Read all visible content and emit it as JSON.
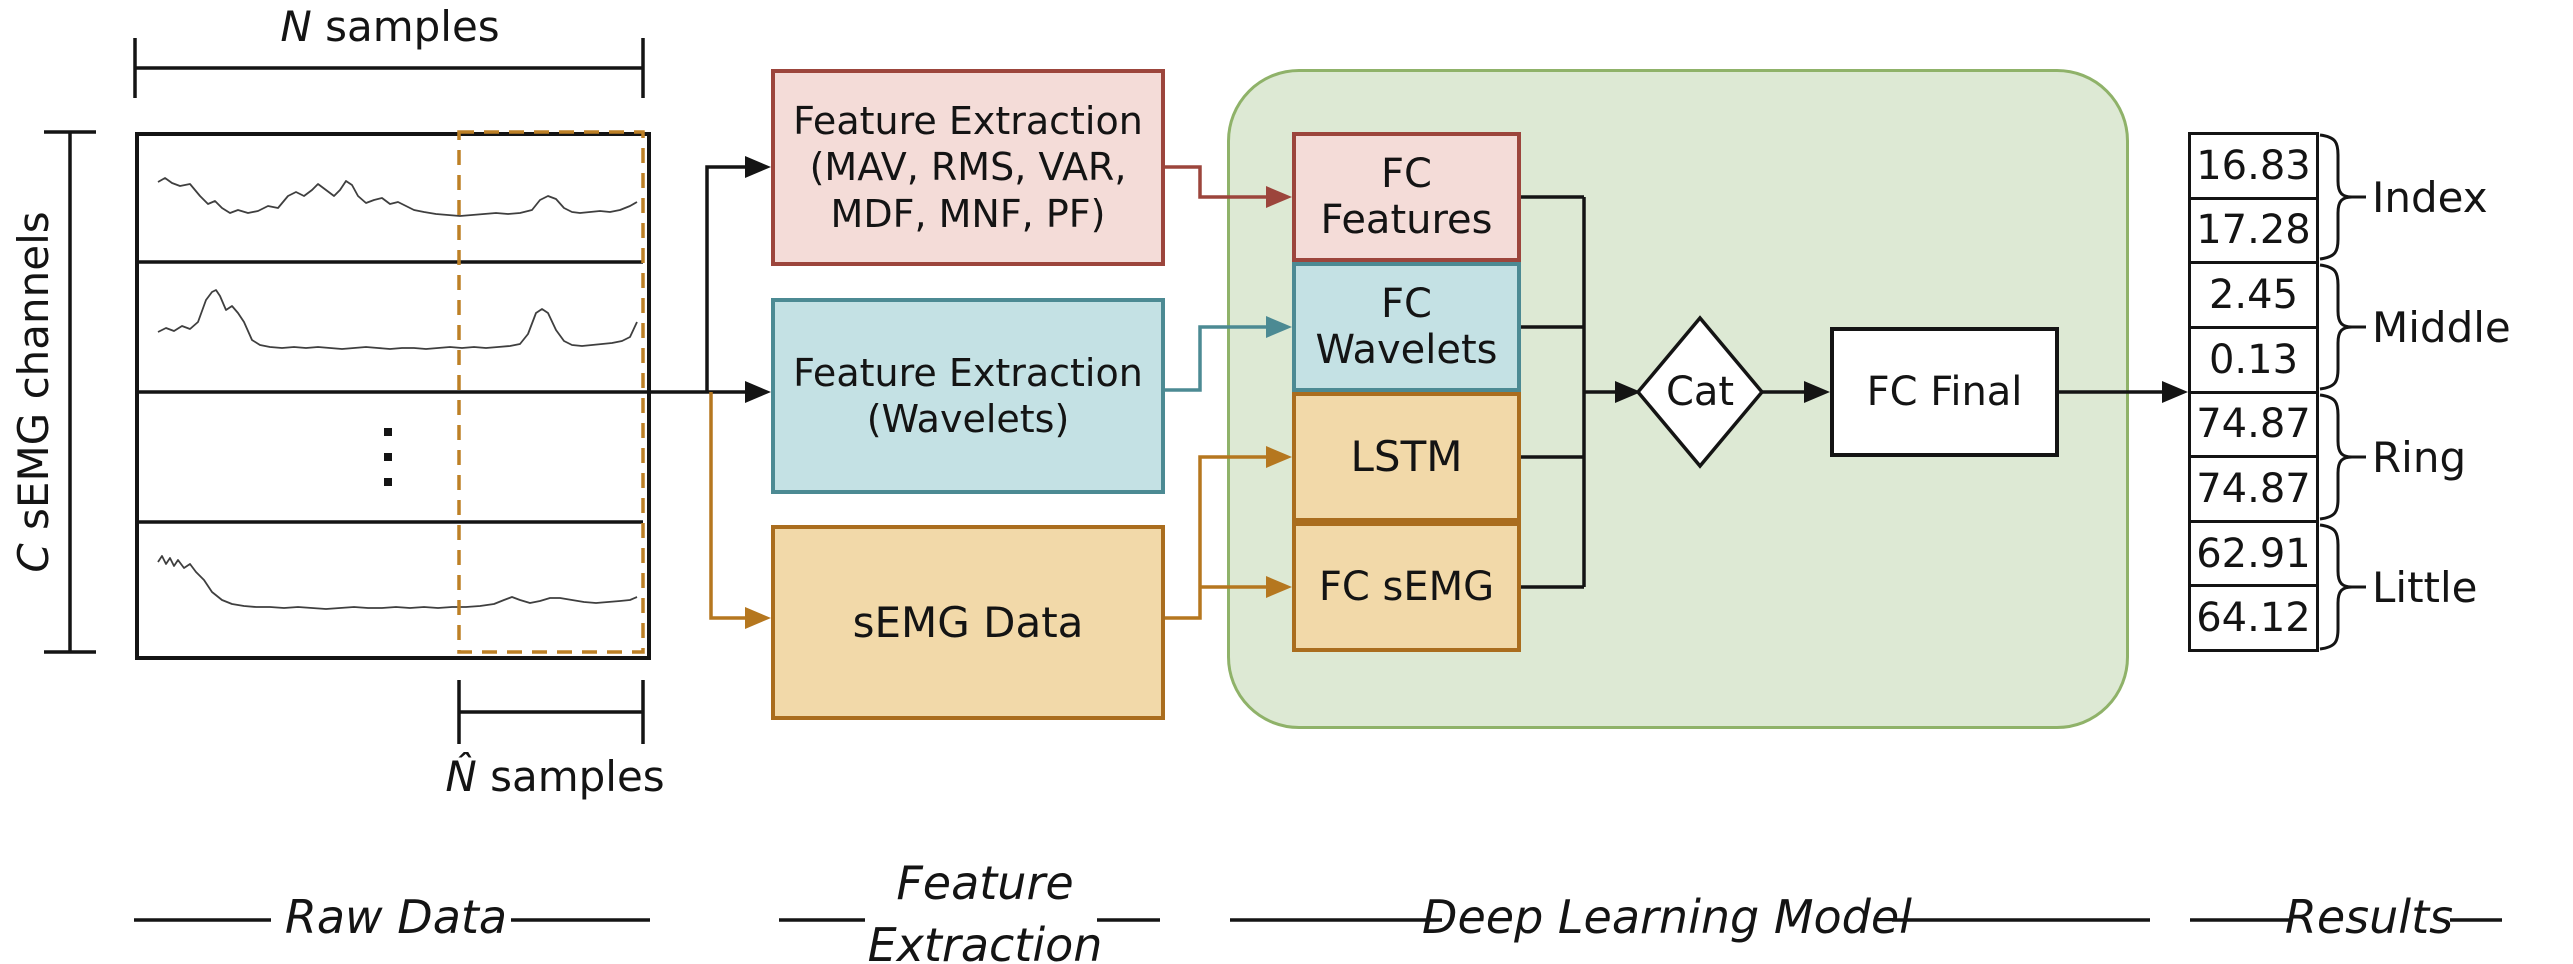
{
  "colors": {
    "pink_fill": "#f4dcd8",
    "pink_border": "#9c453c",
    "blue_fill": "#c4e1e4",
    "blue_border": "#4c8a93",
    "orange_fill": "#f2d9a9",
    "orange_border": "#aa6d1e",
    "orange_line": "#b5771f",
    "green_fill": "#dde9d4",
    "green_border": "#8fb269",
    "window_dash": "#bd8026",
    "line_black": "#141414",
    "trace_gray": "#3f3f3f"
  },
  "raw_data": {
    "top_bracket_math": "N",
    "top_bracket_rest": " samples",
    "channels_math": "C",
    "channels_rest": " sEMG channels",
    "window_math": "N̂",
    "window_rest": " samples",
    "section_label": "Raw Data"
  },
  "feature_extraction": {
    "features_box": {
      "line1": "Feature Extraction",
      "line2": "(MAV, RMS, VAR,",
      "line3": "MDF, MNF, PF)"
    },
    "wavelets_box": {
      "line1": "Feature Extraction",
      "line2": "(Wavelets)"
    },
    "semg_box": {
      "label": "sEMG Data"
    },
    "section_label_line1": "Feature",
    "section_label_line2": "Extraction"
  },
  "deep_learning_model": {
    "fc_features": {
      "line1": "FC",
      "line2": "Features"
    },
    "fc_wavelets": {
      "line1": "FC",
      "line2": "Wavelets"
    },
    "lstm_label": "LSTM",
    "fc_semg_label": "FC sEMG",
    "cat_label": "Cat",
    "fc_final_label": "FC Final",
    "section_label": "Deep Learning Model"
  },
  "results": {
    "rows": [
      {
        "value": "16.83"
      },
      {
        "value": "17.28"
      },
      {
        "value": "2.45"
      },
      {
        "value": "0.13"
      },
      {
        "value": "74.87"
      },
      {
        "value": "74.87"
      },
      {
        "value": "62.91"
      },
      {
        "value": "64.12"
      }
    ],
    "groups": [
      {
        "label": "Index"
      },
      {
        "label": "Middle"
      },
      {
        "label": "Ring"
      },
      {
        "label": "Little"
      }
    ],
    "section_label": "Results"
  }
}
